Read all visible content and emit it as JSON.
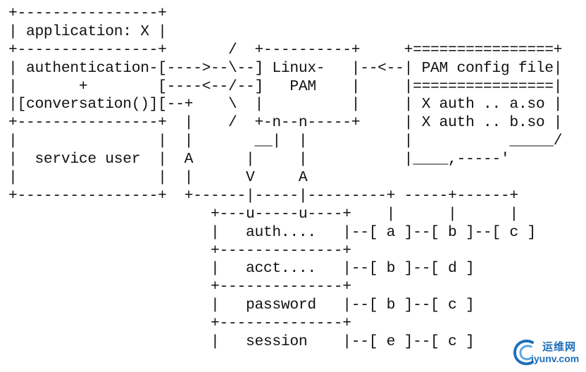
{
  "diagram": {
    "lines": [
      "+----------------+",
      "| application: X |",
      "+----------------+       /  +----------+     +================+",
      "| authentication-[---->--\\--] Linux-   |--<--| PAM config file|",
      "|       +        [----<--/--]   PAM    |     |================|",
      "|[conversation()][--+    \\  |          |     | X auth .. a.so |",
      "+----------------+  |    /  +-n--n-----+     | X auth .. b.so |",
      "|                |  |       __|  |           |           _____/",
      "|  service user  |  A      |     |           |____,-----'",
      "|                |  |      V     A",
      "+----------------+  +------|-----|---------+ -----+------+",
      "                       +---u-----u----+    |      |      |",
      "                       |   auth....   |--[ a ]--[ b ]--[ c ]",
      "                       +--------------+",
      "                       |   acct....   |--[ b ]--[ d ]",
      "                       +--------------+",
      "                       |   password   |--[ b ]--[ c ]",
      "                       +--------------+",
      "                       |   session    |--[ e ]--[ c ]"
    ]
  },
  "watermark": {
    "text_cn": "运维网",
    "url": "iyunv.com",
    "color": "#1f6fb8"
  }
}
